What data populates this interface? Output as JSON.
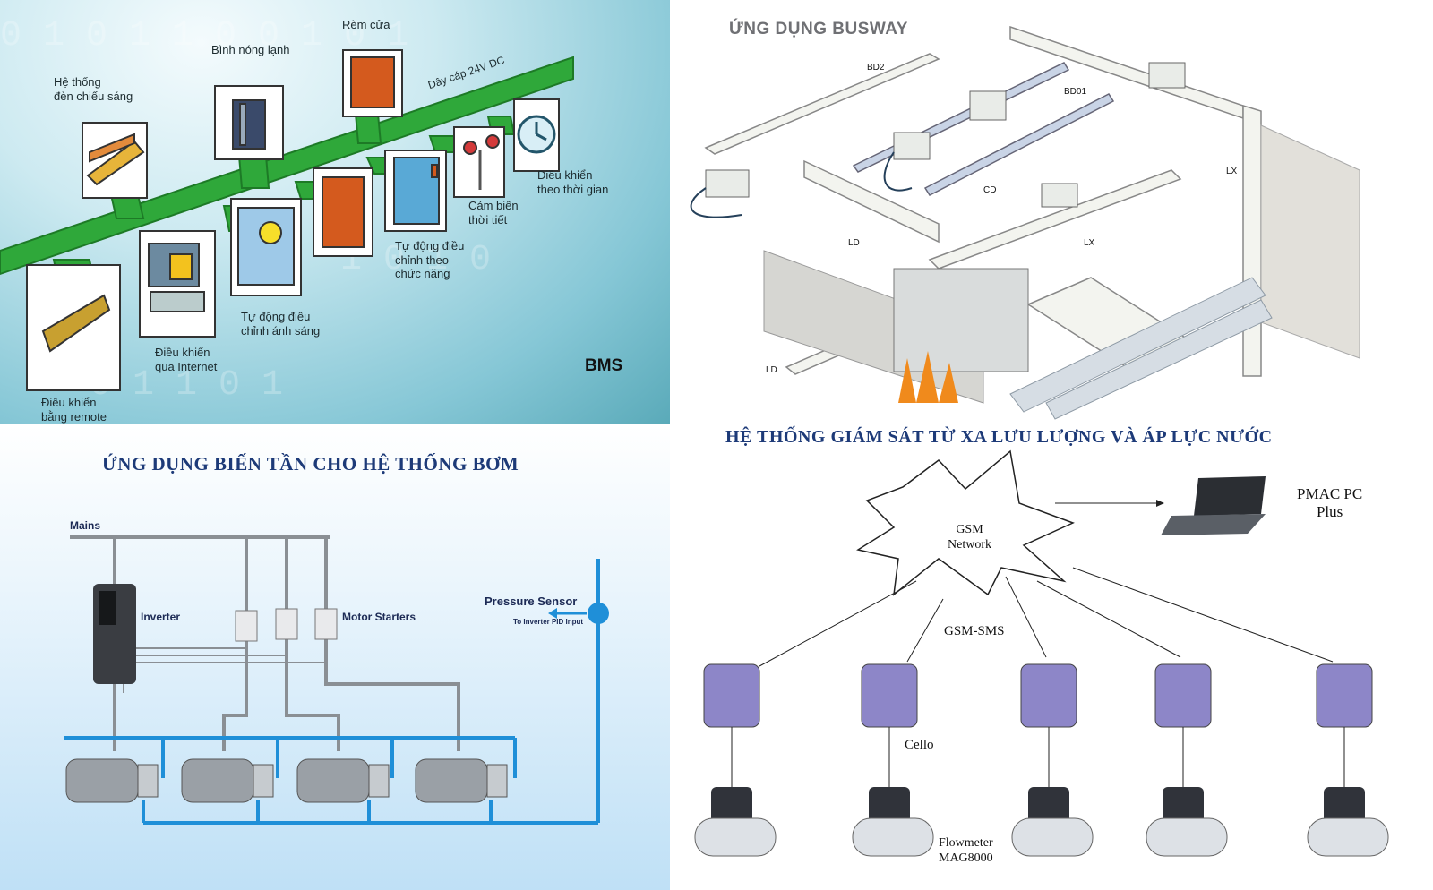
{
  "bms": {
    "title": "BMS",
    "cable_label": "Dây cáp 24V DC",
    "nodes": {
      "lighting": "Hệ thống\nđèn chiếu sáng",
      "water_heater": "Bình nóng lạnh",
      "curtain": "Rèm cửa",
      "timer": "Điều khiển\ntheo thời gian",
      "weather": "Cảm biến\nthời tiết",
      "function": "Tự động điều\nchỉnh theo\nchức năng",
      "light_auto": "Tự động điều\nchỉnh ánh sáng",
      "internet": "Điều khiển\nqua Internet",
      "remote": "Điều khiển\nbằng remote"
    },
    "colors": {
      "bus": "#2fa83a",
      "bus_dark": "#1d7a26"
    }
  },
  "busway": {
    "title": "ỨNG DỤNG BUSWAY",
    "labels": {
      "bd2": "BD2",
      "bd01": "BD01",
      "cd": "CD",
      "lx1": "LX",
      "ld1": "LD",
      "lx2": "LX",
      "ld2": "LD"
    }
  },
  "pump": {
    "title": "ỨNG DỤNG BIẾN TẦN CHO HỆ THỐNG BƠM",
    "mains": "Mains",
    "inverter": "Inverter",
    "motor_starters": "Motor Starters",
    "pressure_sensor": "Pressure Sensor",
    "pid_input": "To Inverter PID Input",
    "colors": {
      "water": "#1f8fd8",
      "power": "#8a8f94"
    }
  },
  "gsm": {
    "title": "HỆ THỐNG GIÁM SÁT TỪ XA LƯU LƯỢNG VÀ ÁP LỰC NƯỚC",
    "network": "GSM\nNetwork",
    "pmac": "PMAC PC\nPlus",
    "sms": "GSM-SMS",
    "cello": "Cello",
    "flowmeter": "Flowmeter\nMAG8000"
  }
}
